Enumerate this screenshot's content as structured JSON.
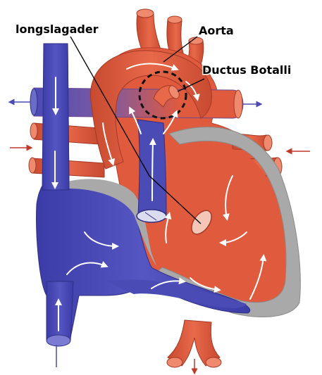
{
  "labels": {
    "pulmonary_artery": "longslagader",
    "aorta": "Aorta",
    "ductus": "Ductus Botalli"
  },
  "colors": {
    "oxygenated": "#e05a3e",
    "oxygenated_dark": "#b8402a",
    "deoxygenated": "#4b4bb5",
    "deoxygenated_dark": "#2f2f86",
    "myocardium": "#a9a9a9",
    "background": "#ffffff"
  },
  "icons": [
    "flow-arrow-icon",
    "valve-icon"
  ]
}
